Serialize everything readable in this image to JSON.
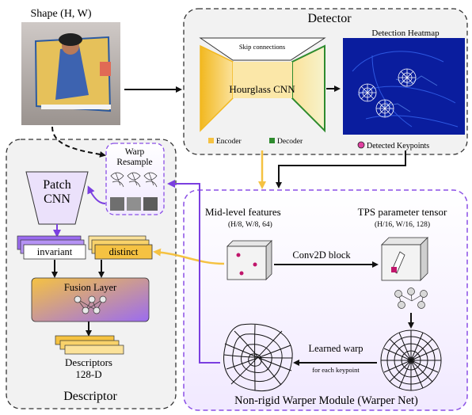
{
  "input": {
    "title": "Shape (H, W)"
  },
  "detector": {
    "title": "Detector",
    "skip_label": "Skip connections",
    "cnn_label": "Hourglass CNN",
    "encoder_label": "Encoder",
    "decoder_label": "Decoder",
    "heatmap_title": "Detection Heatmap",
    "keypoints_label": "Detected Keypoints",
    "colors": {
      "encoder": "#f5c242",
      "decoder": "#2e8b2e",
      "heatmap_bg": "#0a1d9e",
      "keypoint": "#e040a0"
    }
  },
  "descriptor": {
    "title": "Descriptor",
    "warp_label_1": "Warp",
    "warp_label_2": "Resample",
    "patch_cnn_1": "Patch",
    "patch_cnn_2": "CNN",
    "invariant_label": "invariant",
    "distinct_label": "distinct",
    "fusion_label": "Fusion Layer",
    "output_label_1": "Descriptors",
    "output_label_2": "128-D",
    "colors": {
      "invariant": "#9b6cf0",
      "distinct": "#f5c242"
    }
  },
  "warper": {
    "title": "Non-rigid Warper Module (Warper Net)",
    "mid_label": "Mid-level features",
    "mid_shape": "(H/8, W/8, 64)",
    "conv_label": "Conv2D block",
    "tps_label": "TPS parameter tensor",
    "tps_shape": "(H/16, W/16, 128)",
    "learned_label": "Learned warp",
    "per_kp_label": "for each keypoint",
    "colors": {
      "border": "#8a4fe6",
      "arrow": "#7b3fe0"
    }
  }
}
